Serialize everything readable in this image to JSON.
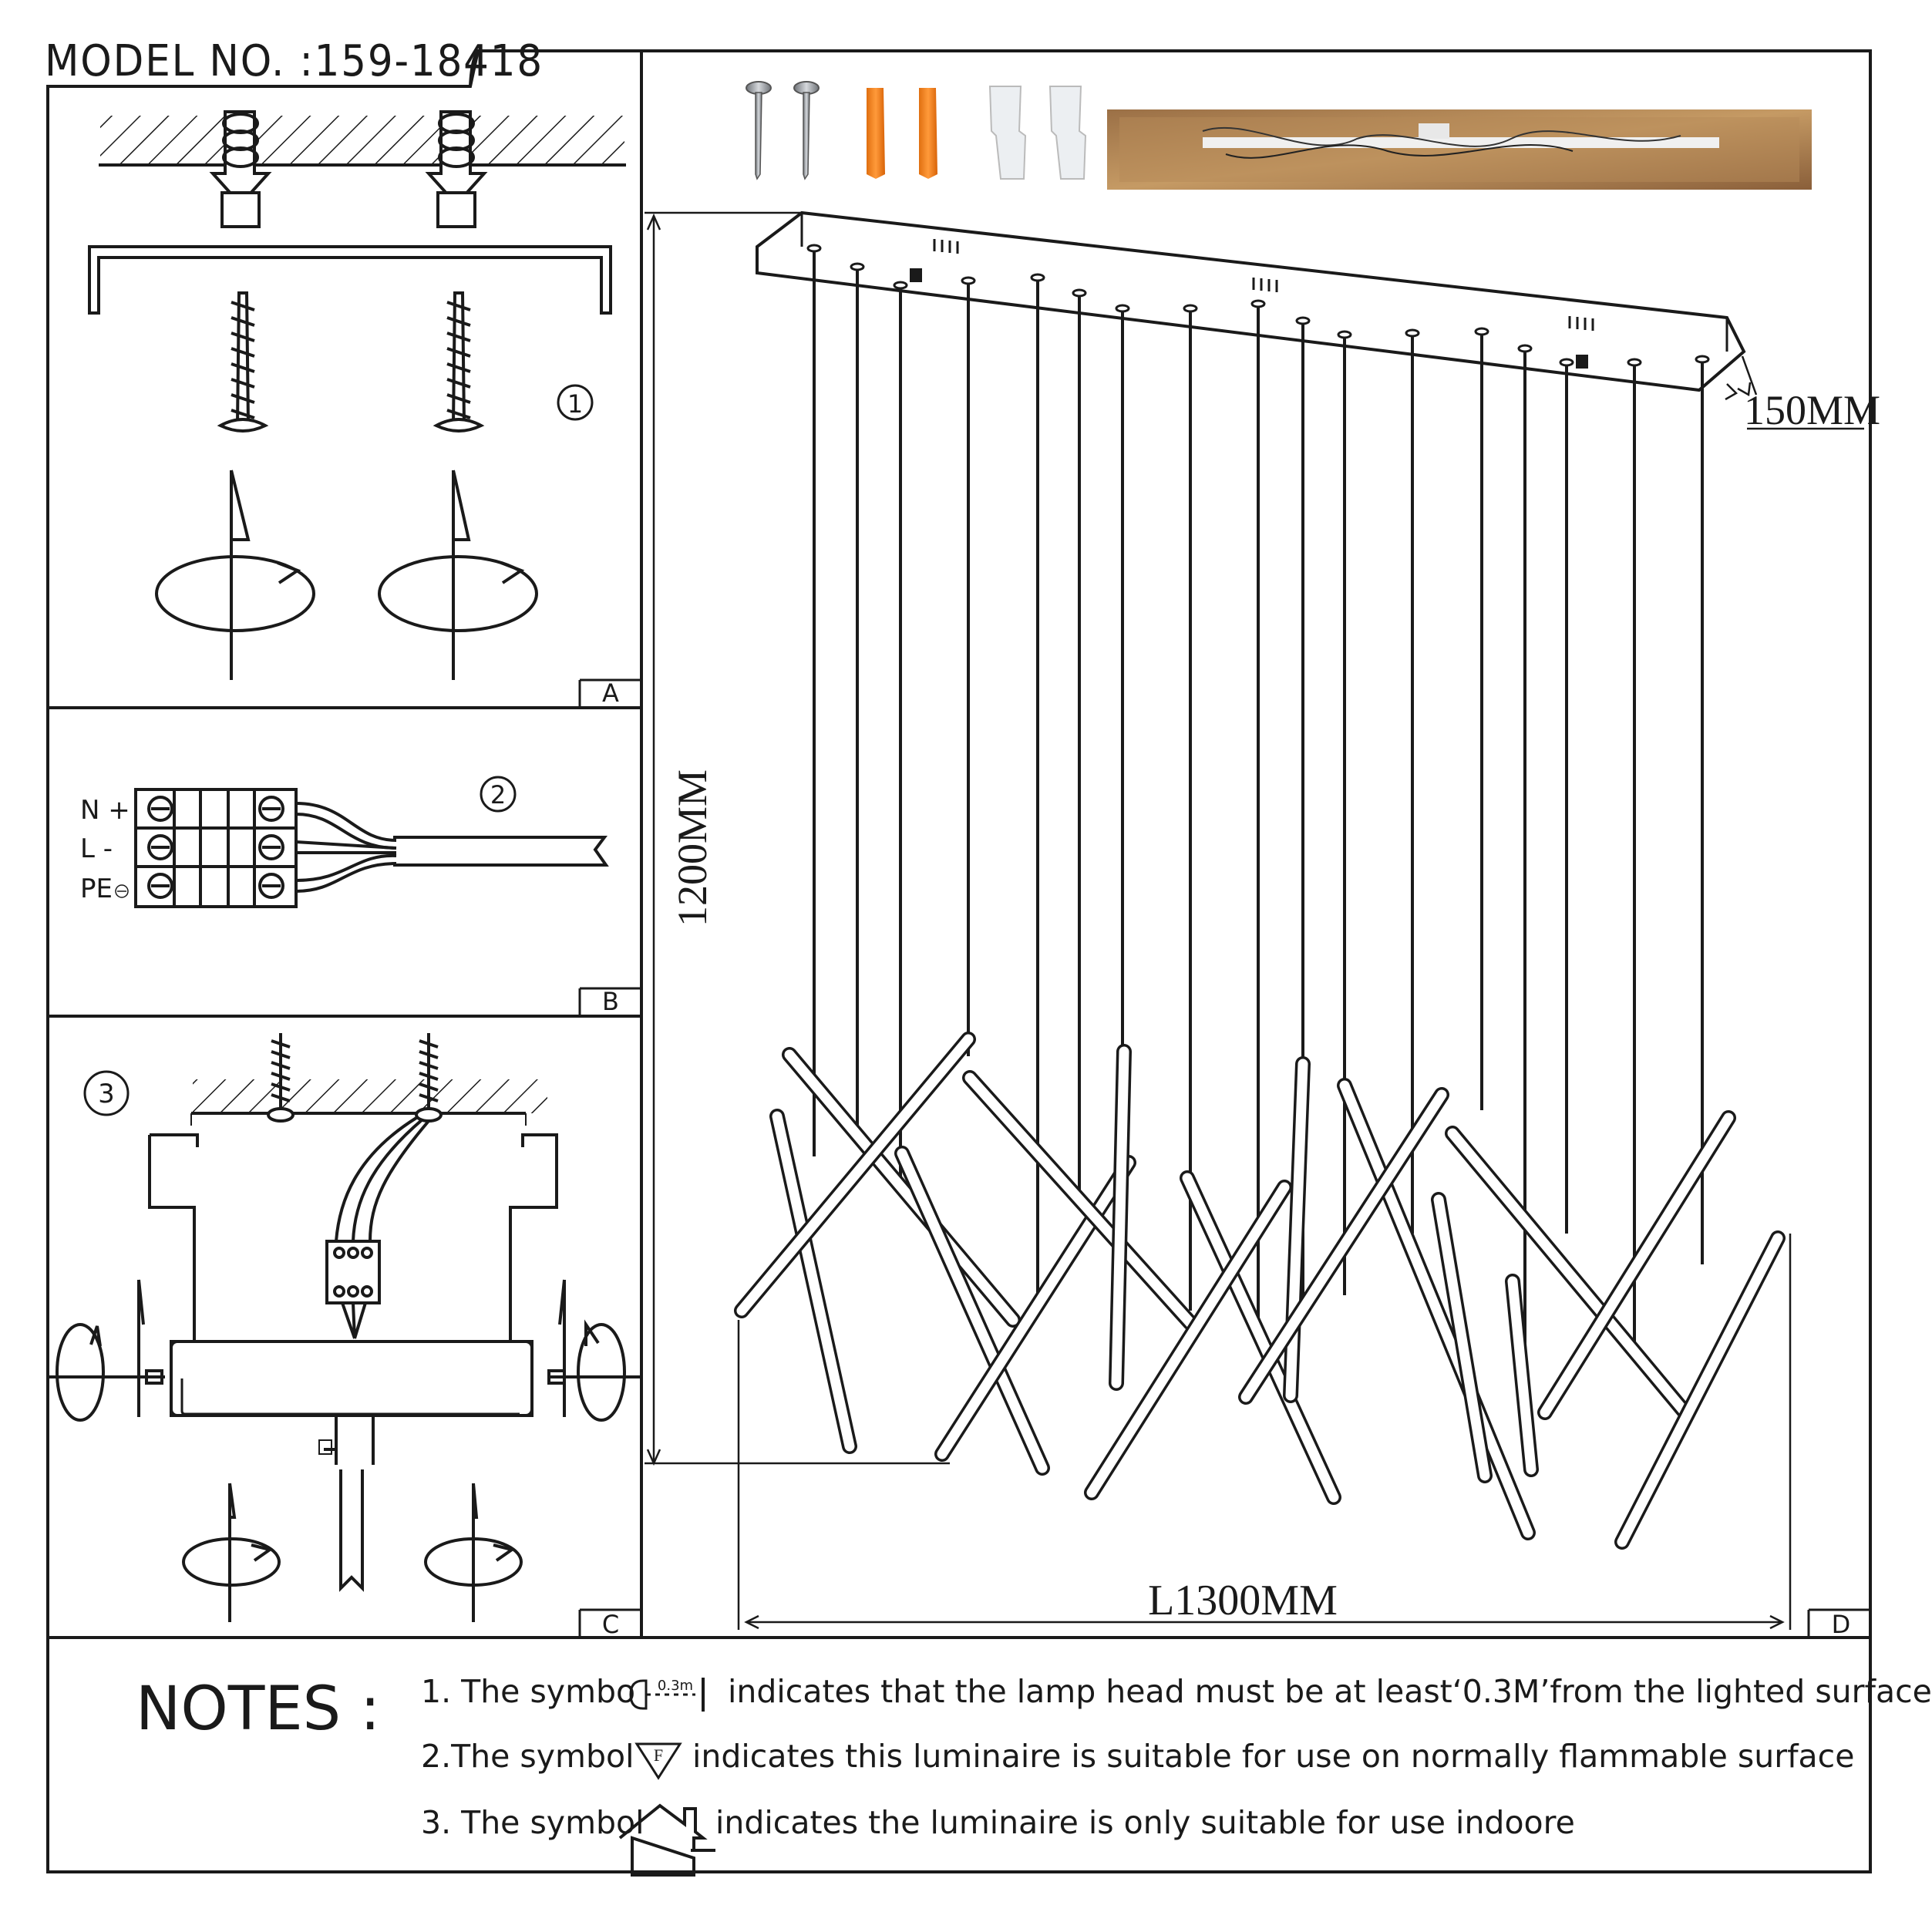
{
  "header": {
    "model_label": "MODEL NO. :159-18418"
  },
  "panels": {
    "A": {
      "tag": "A",
      "step": "1"
    },
    "B": {
      "tag": "B",
      "step": "2",
      "terminals": [
        "N +",
        "L -",
        "PE"
      ]
    },
    "C": {
      "tag": "C",
      "step": "3"
    },
    "D": {
      "tag": "D"
    }
  },
  "dimensions": {
    "height": "1200MM",
    "depth": "150MM",
    "length": "L1300MM"
  },
  "notes": {
    "title": "NOTES :",
    "items": [
      {
        "prefix": "1. The symbo",
        "symbol_text": "0.3m",
        "text": "indicates that the lamp head must be at least‘0.3M’from the lighted surface",
        "icon": "distance-0.3m-icon"
      },
      {
        "prefix": "2.The symbol",
        "symbol_text": "F",
        "text": "indicates this luminaire is suitable for use on normally flammable surface",
        "icon": "flammable-surface-icon"
      },
      {
        "prefix": "3. The symbol",
        "text": "indicates the luminaire is only suitable for use indoore",
        "icon": "indoor-house-icon"
      }
    ]
  },
  "accessories": [
    "screw-icon",
    "wall-plug-icon",
    "wire-connector-icon",
    "canopy-photo-icon"
  ]
}
